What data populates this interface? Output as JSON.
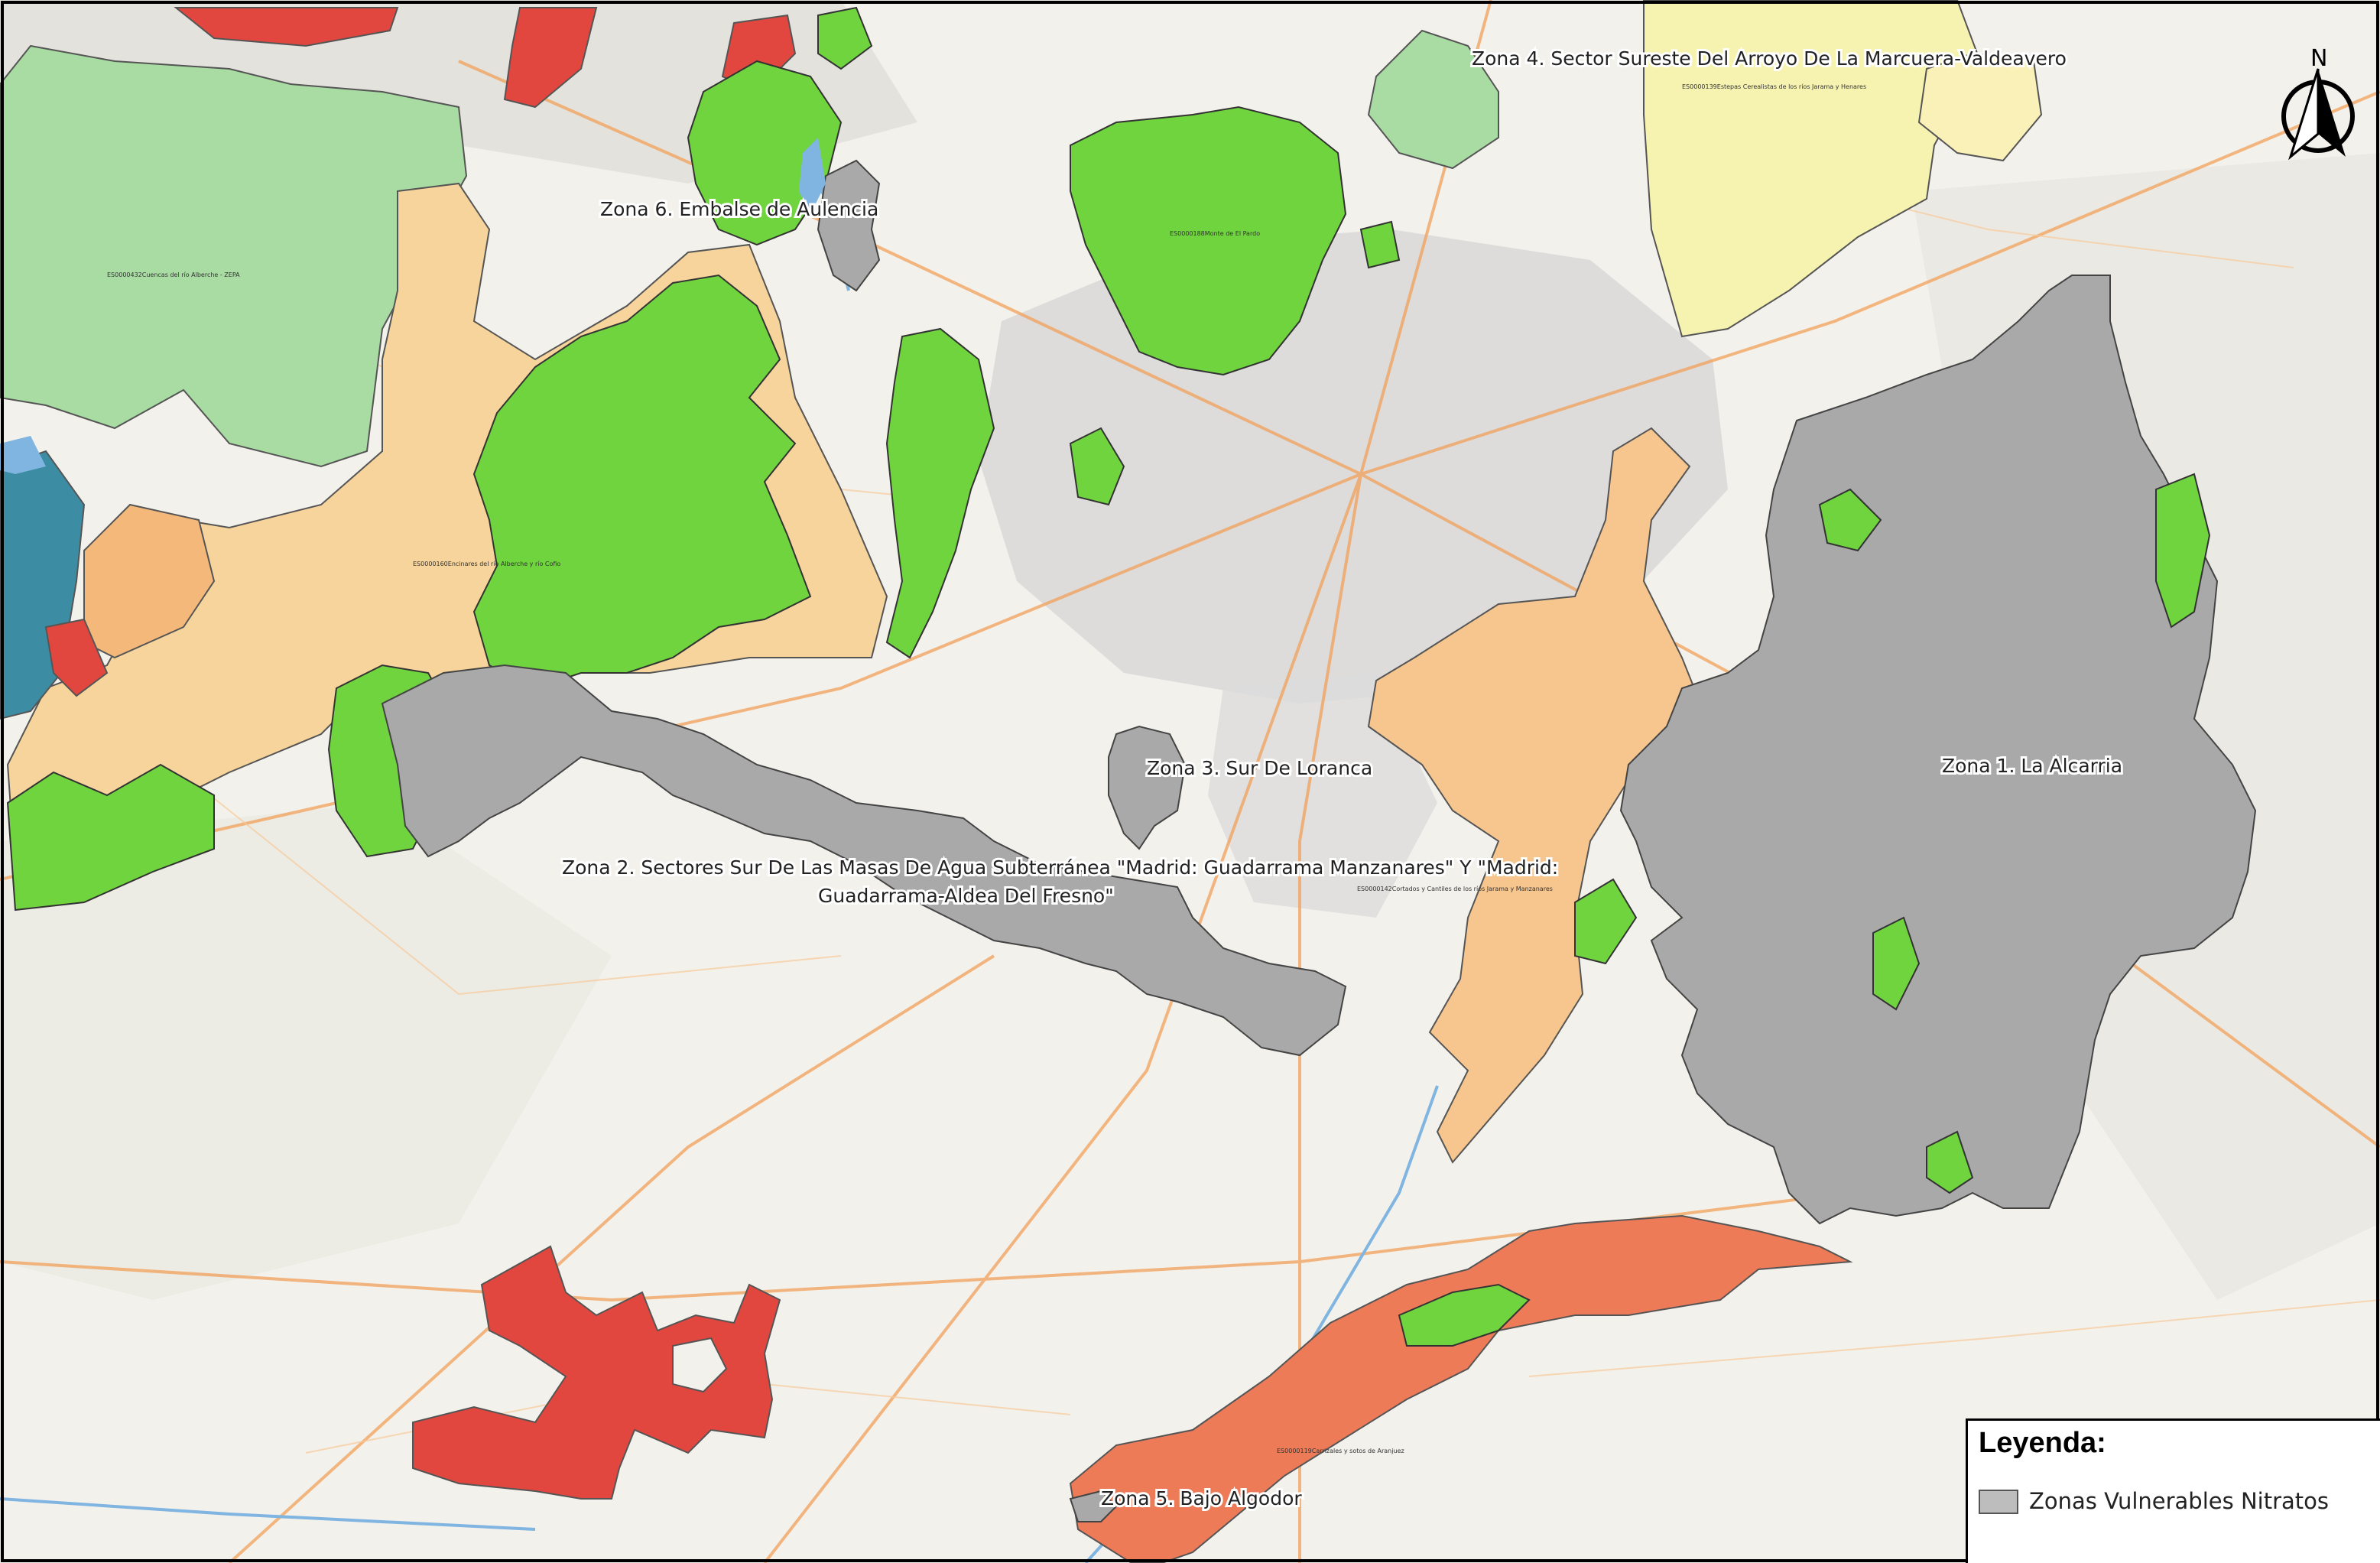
{
  "zone_labels": {
    "z1": "Zona 1. La Alcarria",
    "z2_line1": "Zona 2. Sectores Sur De Las Masas De Agua Subterránea \"Madrid: Guadarrama Manzanares\" Y \"Madrid:",
    "z2_line2": "Guadarrama-Aldea Del Fresno\"",
    "z3": "Zona 3. Sur De Loranca",
    "z4": "Zona 4. Sector Sureste Del Arroyo De La Marcuera-Valdeavero",
    "z5": "Zona 5. Bajo Algodor",
    "z6": "Zona 6. Embalse de Aulencia"
  },
  "site_labels": {
    "s1": "ES0000160Encinares del río Alberche y río Cofio",
    "s2": "ES0000119Carrizales y sotos de Aranjuez",
    "s3": "ES0000142Cortados y Cantiles de los ríos Jarama y Manzanares",
    "s4": "ES0000139Estepas Cerealistas de los ríos Jarama y Henares",
    "s5": "ES0000188Monte de El Pardo",
    "s6": "ES0000432Cuencas del río Alberche - ZEPA"
  },
  "legend": {
    "title": "Leyenda:",
    "item_label": "Zonas Vulnerables Nitratos"
  },
  "north_arrow": {
    "letter": "N"
  },
  "colors": {
    "vulnerable_zone": "#bdbdbd",
    "green_areas": "#6fd43e",
    "beige_zepa": "#f7d49b",
    "orange_zepa": "#f4b97a",
    "red_zepa": "#e2473f",
    "salmon_zepa": "#ee7b58",
    "light_green_zepa": "#a8dca3",
    "yellow_zepa": "#f6f3b0",
    "teal_area": "#3c8da3"
  }
}
